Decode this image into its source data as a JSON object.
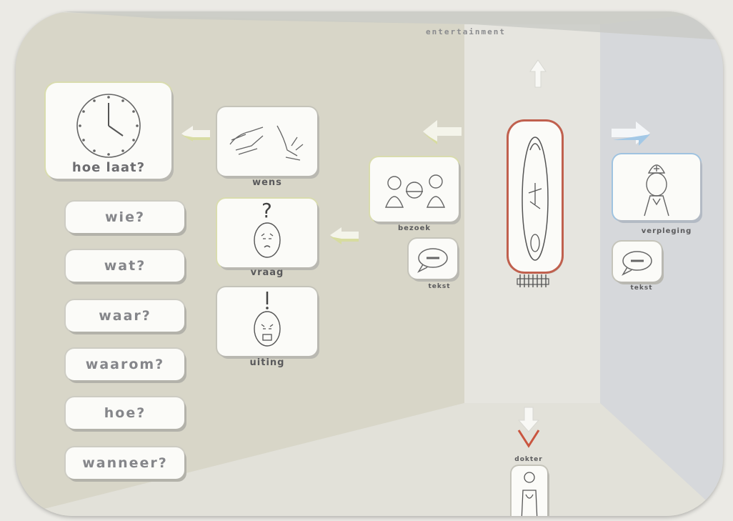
{
  "header": {
    "title": "entertainment"
  },
  "time_card": {
    "label": "hoe laat?"
  },
  "cards": {
    "wens": "wens",
    "vraag": "vraag",
    "uiting": "uiting",
    "bezoek": "bezoek",
    "tekst_left": "tekst",
    "verpleging": "verpleging",
    "tekst_right": "tekst",
    "dokter": "dokter"
  },
  "questions": [
    "wie?",
    "wat?",
    "waar?",
    "waarom?",
    "hoe?",
    "wanneer?"
  ],
  "colors": {
    "arrow_green": "#d6dba0",
    "arrow_blue": "#9fc6e6",
    "arrow_white": "#f6f6f3",
    "bed_border": "#c0604e",
    "dokter_arrow": "#c9553f"
  },
  "icons": [
    "clock-icon",
    "hands-icon",
    "question-face-icon",
    "exclamation-face-icon",
    "visitors-icon",
    "speech-bubble-icon",
    "nurse-icon",
    "patient-bed-icon",
    "doctor-icon"
  ]
}
